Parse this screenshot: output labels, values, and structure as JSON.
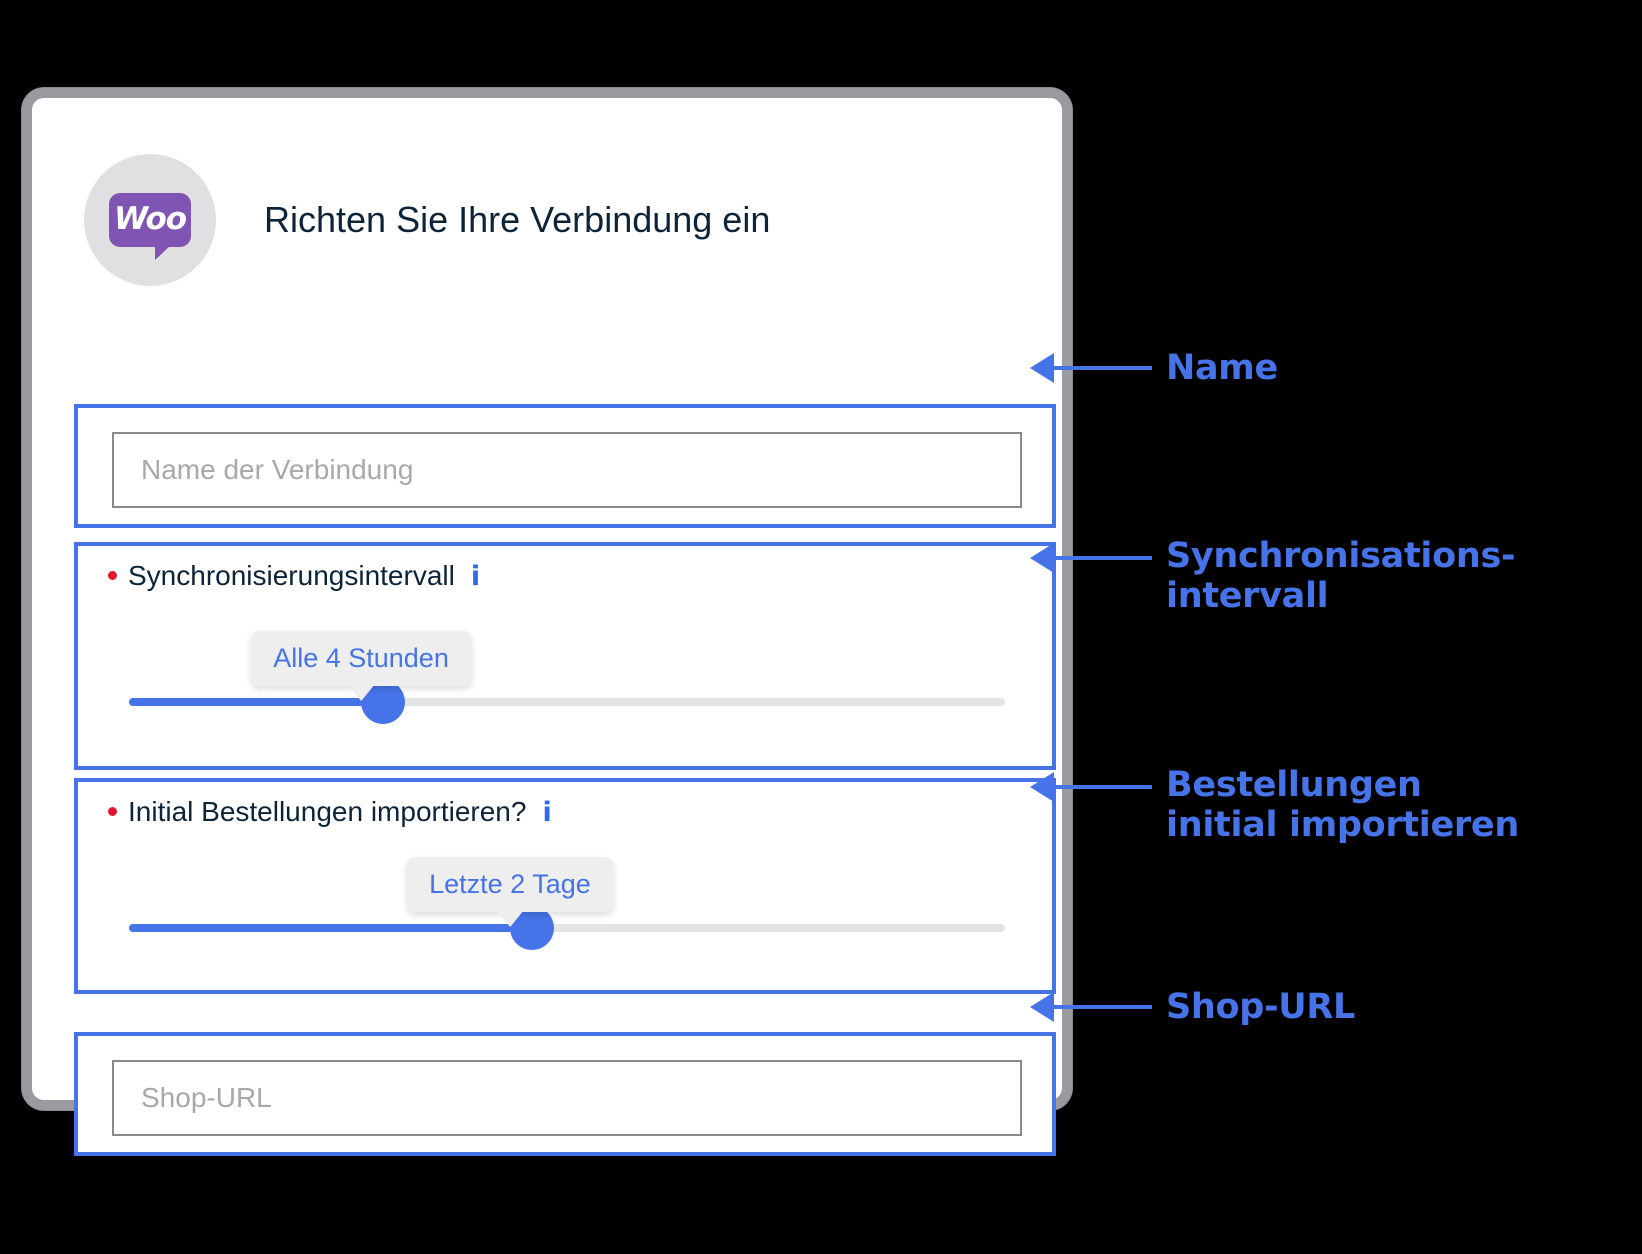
{
  "card": {
    "title": "Richten Sie Ihre Verbindung ein",
    "logo_alt": "Woo",
    "logo_text": "Woo"
  },
  "fields": {
    "connection_name": {
      "placeholder": "Name der Verbindung",
      "value": ""
    },
    "sync_interval": {
      "label": "Synchronisierungsintervall",
      "info_icon": "info-icon",
      "info_glyph": "i",
      "tooltip_value": "Alle 4 Stunden",
      "thumb_percent": 29,
      "required": true
    },
    "initial_import": {
      "label": "Initial Bestellungen importieren?",
      "info_icon": "info-icon",
      "info_glyph": "i",
      "tooltip_value": "Letzte 2 Tage",
      "thumb_percent": 46,
      "required": true
    },
    "shop_url": {
      "placeholder": "Shop-URL",
      "value": ""
    }
  },
  "annotations": [
    {
      "id": "name",
      "text": "Name"
    },
    {
      "id": "sync",
      "line1": "Synchronisations-",
      "line2": "intervall"
    },
    {
      "id": "orders",
      "line1": "Bestellungen",
      "line2": "initial importieren"
    },
    {
      "id": "url",
      "text": "Shop-URL"
    }
  ],
  "colors": {
    "accent_blue": "#4674e8",
    "woo_purple": "#7f54b3",
    "required_red": "#e0172b",
    "text_dark": "#0d2338",
    "placeholder_gray": "#a8a8a8",
    "background": "#000000"
  }
}
